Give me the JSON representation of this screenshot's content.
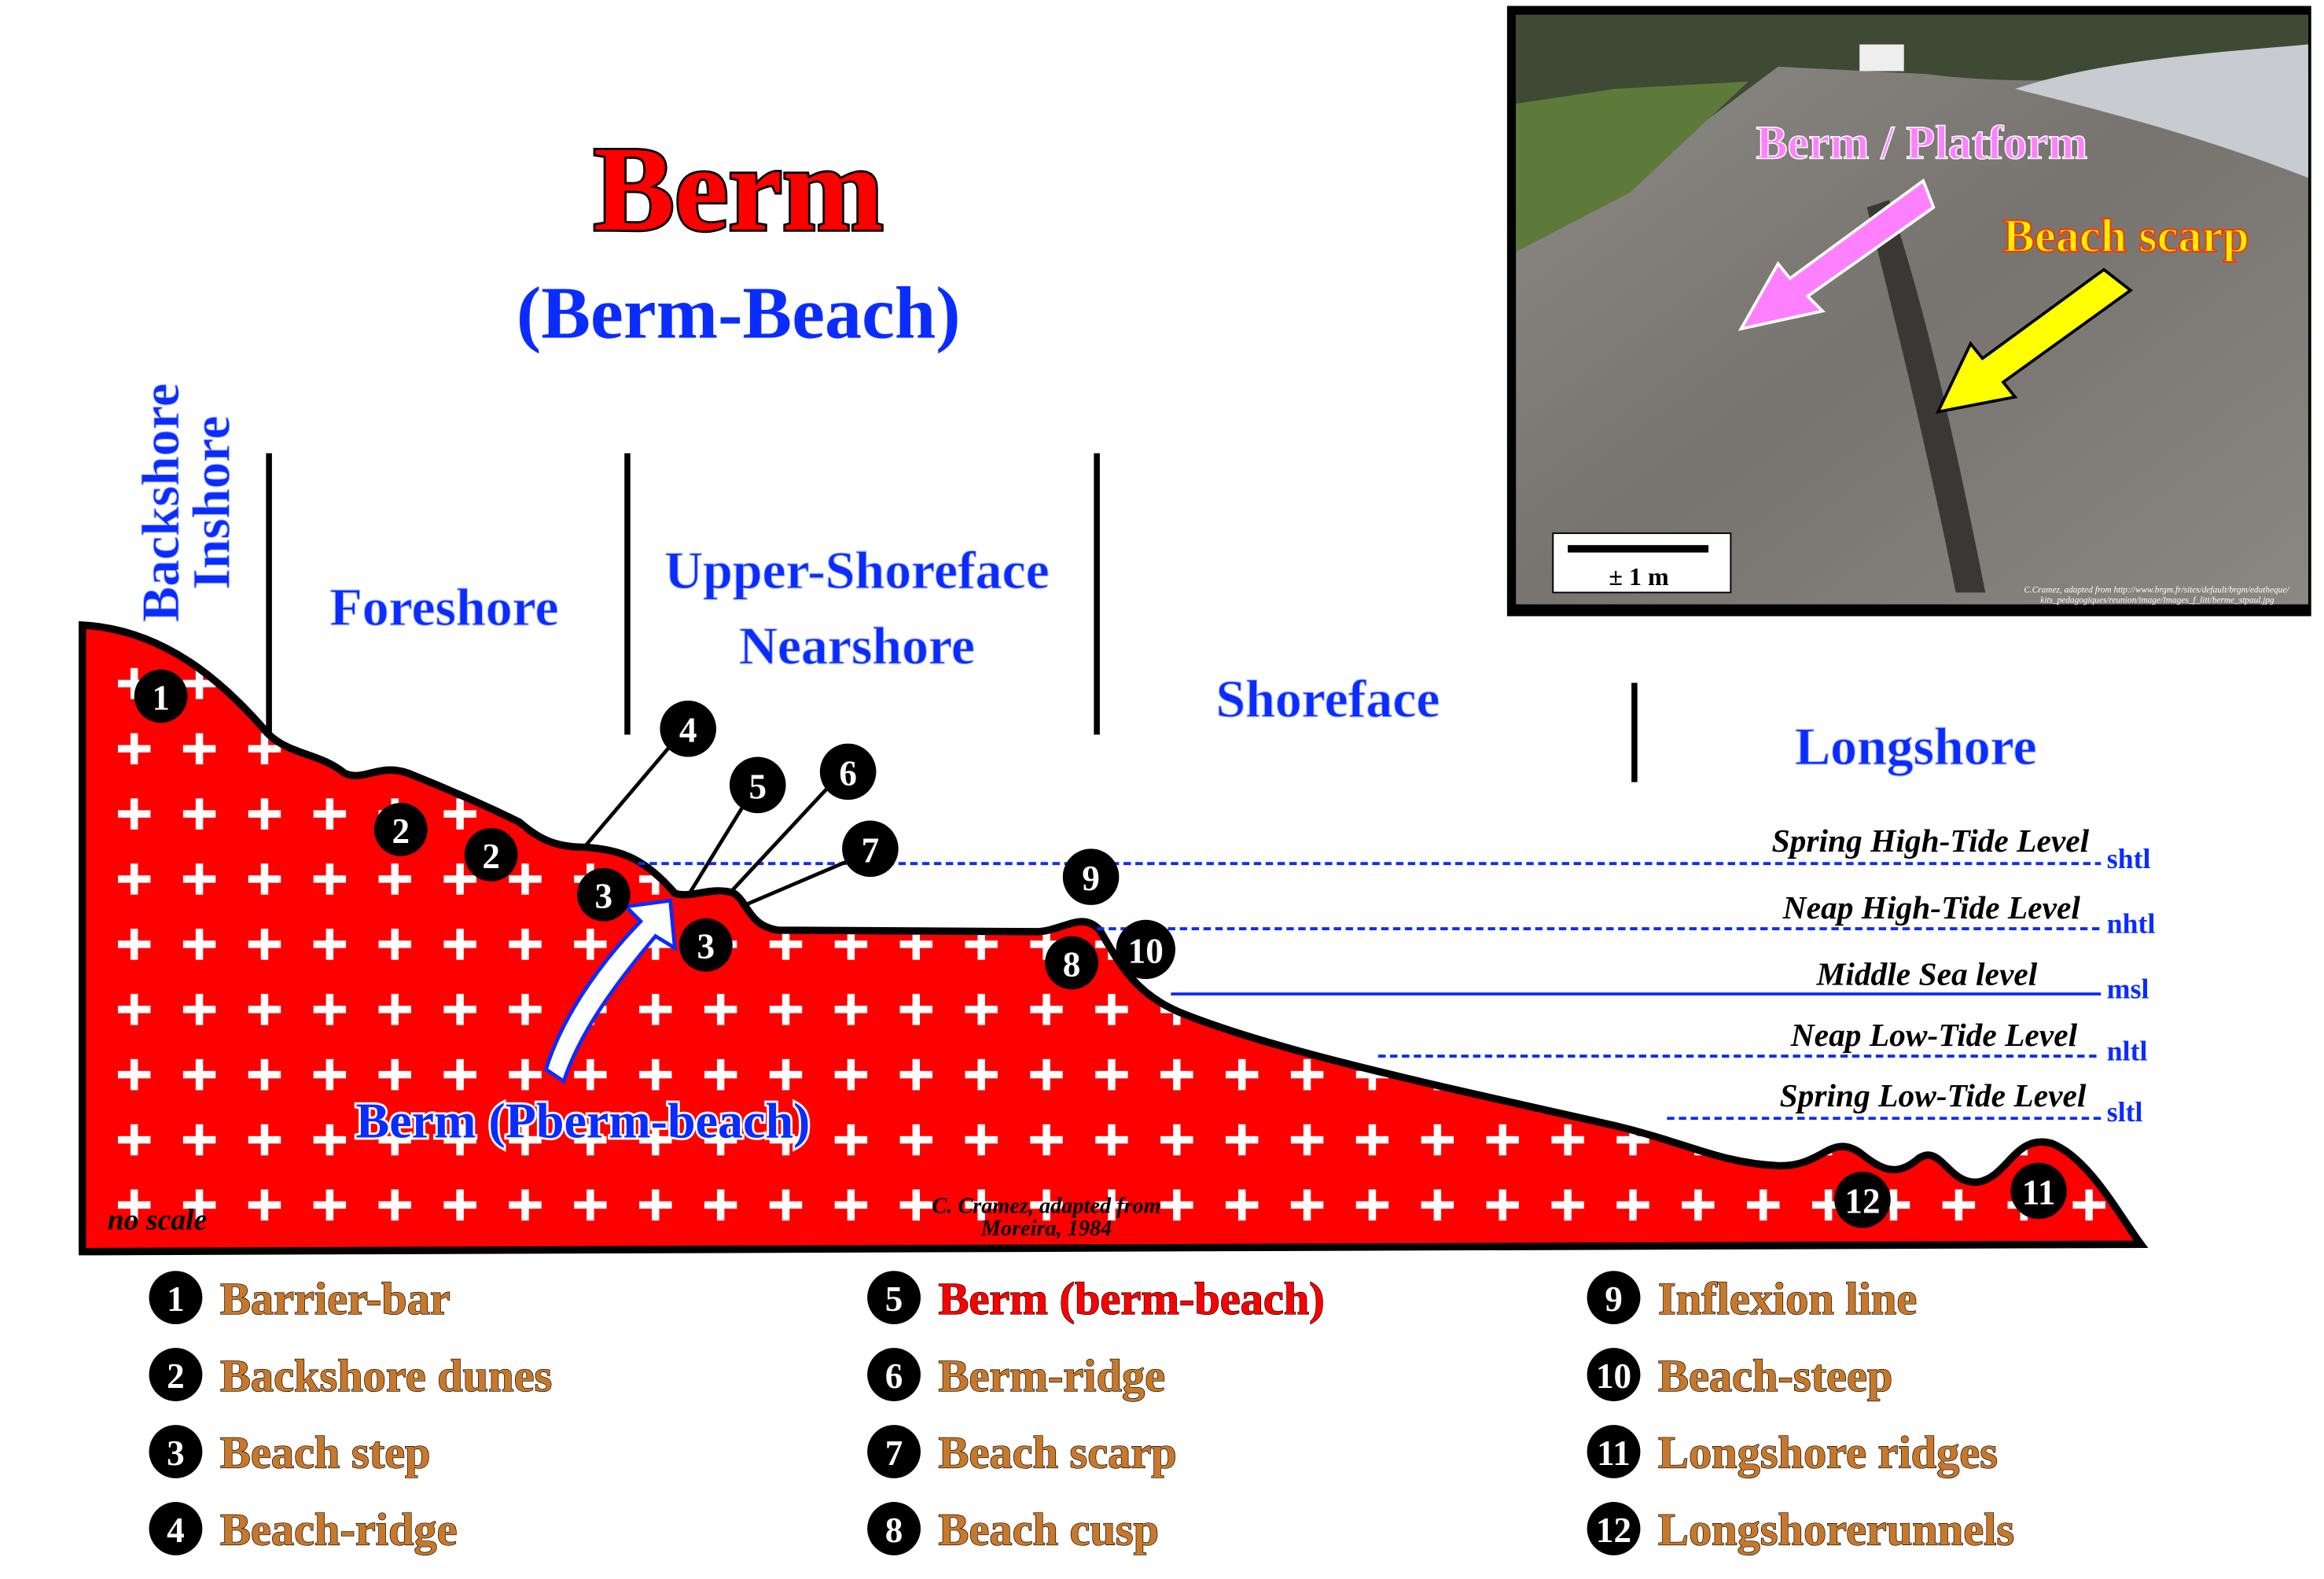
{
  "title": "Berm",
  "subtitle": "(Berm-Beach)",
  "zones": {
    "backshore": "Backshore",
    "inshore": "Inshore",
    "foreshore": "Foreshore",
    "upper_shoreface": "Upper-Shoreface",
    "nearshore": "Nearshore",
    "shoreface": "Shoreface",
    "longshore": "Longshore"
  },
  "tide_levels": [
    {
      "label": "Spring High-Tide Level",
      "abbr": "shtl"
    },
    {
      "label": "Neap High-Tide Level",
      "abbr": "nhtl"
    },
    {
      "label": "Middle Sea level",
      "abbr": "msl"
    },
    {
      "label": "Neap Low-Tide Level",
      "abbr": "nltl"
    },
    {
      "label": "Spring Low-Tide Level",
      "abbr": "sltl"
    }
  ],
  "berm_label": "Berm (Pberm-beach)",
  "no_scale": "no scale",
  "credit_line1": "C. Cramez, adapted from",
  "credit_line2": "Moreira, 1984",
  "markers": [
    "1",
    "2",
    "2",
    "3",
    "3",
    "4",
    "5",
    "6",
    "7",
    "8",
    "9",
    "10",
    "11",
    "12"
  ],
  "photo": {
    "label_berm": "Berm / Platform",
    "label_scarp": "Beach scarp",
    "scale": "± 1 m",
    "credit_line1": "C.Cramez, adapted from http://www.brgm.fr/sites/default/brgm/edutheque/",
    "credit_line2": "kits_pedagogiques/reunion/image/Images_f_litt/berme_stpaul.jpg"
  },
  "legend": [
    {
      "num": "1",
      "label": "Barrier-bar"
    },
    {
      "num": "2",
      "label": "Backshore dunes"
    },
    {
      "num": "3",
      "label": "Beach step"
    },
    {
      "num": "4",
      "label": "Beach-ridge"
    },
    {
      "num": "5",
      "label": "Berm (berm-beach)"
    },
    {
      "num": "6",
      "label": "Berm-ridge"
    },
    {
      "num": "7",
      "label": "Beach scarp"
    },
    {
      "num": "8",
      "label": "Beach cusp"
    },
    {
      "num": "9",
      "label": "Inflexion line"
    },
    {
      "num": "10",
      "label": "Beach-steep"
    },
    {
      "num": "11",
      "label": "Longshore ridges"
    },
    {
      "num": "12",
      "label": "Longshorerunnels"
    }
  ],
  "colors": {
    "profile": "#ff0000",
    "zone_text": "#0a2cff",
    "legend_text": "#c8782a"
  }
}
